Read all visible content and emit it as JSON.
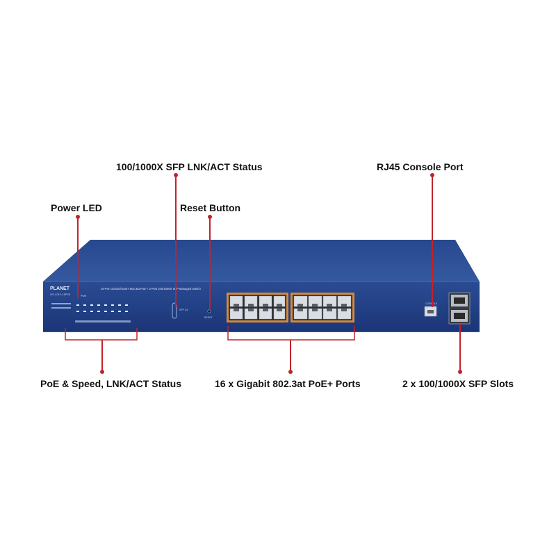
{
  "callouts": {
    "sfp_status": "100/1000X SFP LNK/ACT Status",
    "console_port": "RJ45 Console Port",
    "power_led": "Power LED",
    "reset_button": "Reset Button",
    "poe_status": "PoE & Speed, LNK/ACT Status",
    "gigabit_ports": "16 x Gigabit 802.3at PoE+ Ports",
    "sfp_slots": "2 x 100/1000X SFP Slots"
  },
  "device": {
    "brand": "PLANET",
    "model": "GS-4210-16P2S",
    "front_title": "16-Port 10/100/1000T 802.3at PoE + 2-Port 100/1000X SFP Managed Switch",
    "pwr_label": "PWR",
    "console_label": "CONSOLE",
    "reset_label": "RESET"
  },
  "colors": {
    "chassis": "#1f3f86",
    "chassis_top": "#2c4f98",
    "callout_line": "#c0232a",
    "port_frame": "#d68a3c"
  }
}
